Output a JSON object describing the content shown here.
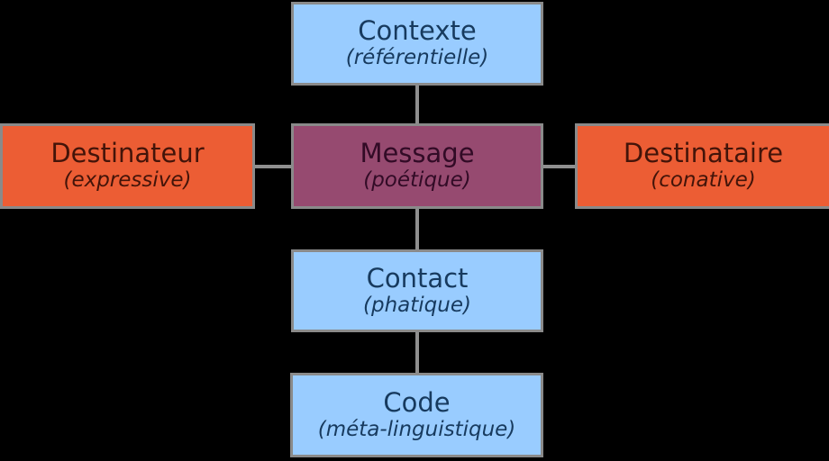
{
  "diagram": {
    "background_color": "#000000",
    "connector_color": "#8f8f8f",
    "border_color": "#8a8a8a",
    "nodes": {
      "contexte": {
        "label": "Contexte",
        "function": "(référentielle)",
        "fill": "#99ccff",
        "text_color": "#173a5e"
      },
      "destinateur": {
        "label": "Destinateur",
        "function": "(expressive)",
        "fill": "#ec5d34",
        "text_color": "#431409"
      },
      "message": {
        "label": "Message",
        "function": "(poétique)",
        "fill": "#964a70",
        "text_color": "#320b26"
      },
      "destinataire": {
        "label": "Destinataire",
        "function": "(conative)",
        "fill": "#ec5d34",
        "text_color": "#431409"
      },
      "contact": {
        "label": "Contact",
        "function": "(phatique)",
        "fill": "#99ccff",
        "text_color": "#173a5e"
      },
      "code": {
        "label": "Code",
        "function": "(méta-linguistique)",
        "fill": "#99ccff",
        "text_color": "#173a5e"
      }
    }
  }
}
